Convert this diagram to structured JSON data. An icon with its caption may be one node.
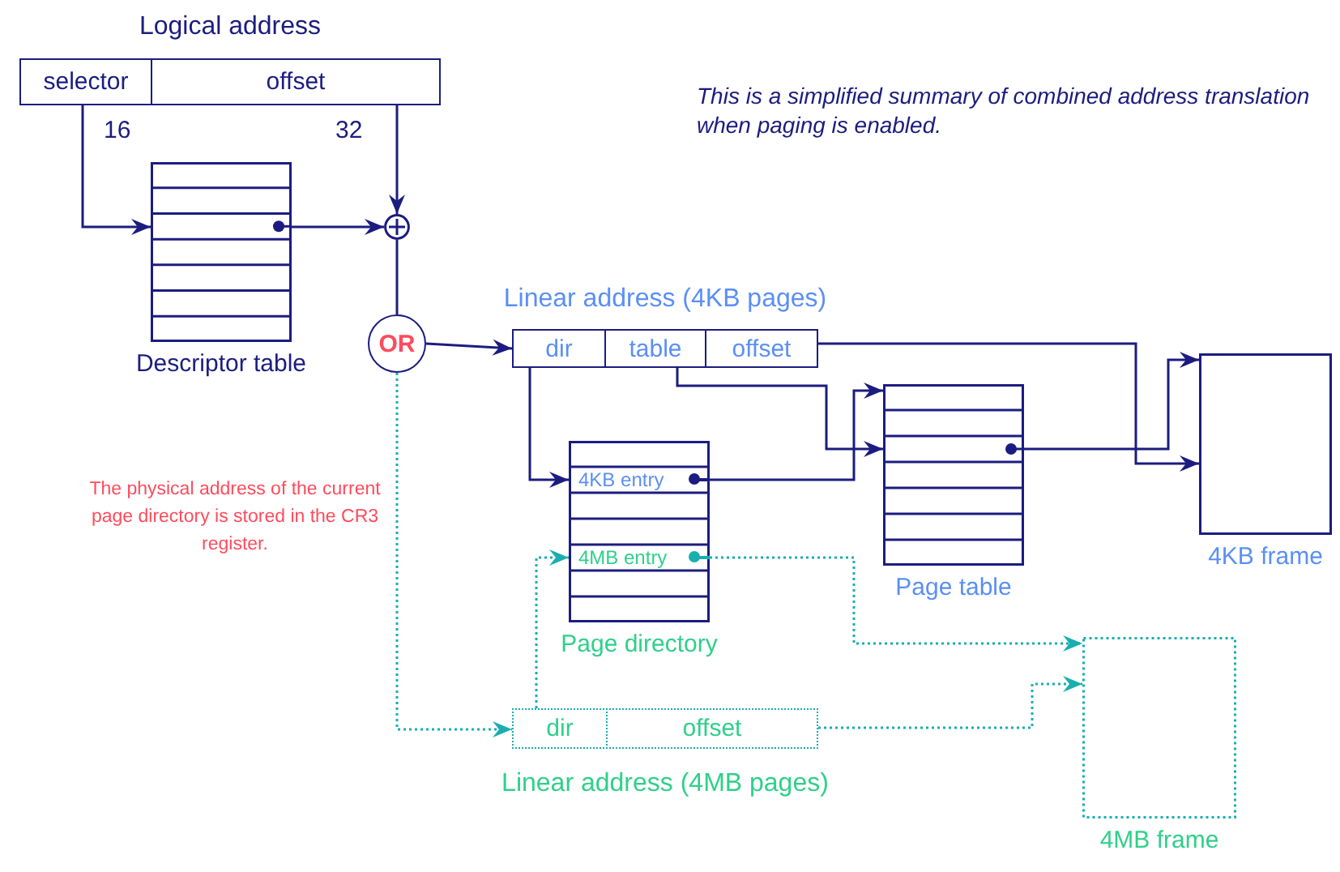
{
  "diagram": {
    "nodes": [
      {
        "text": [
          "Logical address"
        ]
      },
      {
        "text": [
          "selector"
        ],
        "in": 0
      },
      {
        "text": [
          "offset"
        ],
        "in": 0
      },
      {
        "text": [
          "Descriptor table"
        ]
      },
      {
        "text": [],
        "shape": "circle"
      },
      {
        "text": [
          "OR"
        ]
      },
      {
        "text": [
          "Linear address (4KB pages)"
        ]
      },
      {
        "text": [
          "dir"
        ],
        "in": 6
      },
      {
        "text": [
          "table"
        ],
        "in": 6
      },
      {
        "text": [
          "offset"
        ],
        "in": 6
      },
      {
        "text": [
          "Page directory"
        ]
      },
      {
        "text": [
          "4KB entry"
        ],
        "in": 10
      },
      {
        "text": [
          "4MB entry"
        ],
        "in": 10
      },
      {
        "text": [
          "Page table"
        ]
      },
      {
        "text": [
          "4KB frame"
        ]
      },
      {
        "text": [
          "Linear address (4MB pages)"
        ]
      },
      {
        "text": [
          "dir"
        ],
        "in": 15
      },
      {
        "text": [
          "offset"
        ],
        "in": 15
      },
      {
        "text": [
          "4MB frame"
        ]
      }
    ],
    "edges": [
      {
        "from": 1,
        "to": 3,
        "arrow": "to",
        "label": "16"
      },
      {
        "from": 3,
        "to": 4,
        "arrow": "to"
      },
      {
        "from": 2,
        "to": 4,
        "arrow": "to",
        "label": "32"
      },
      {
        "from": 4,
        "to": 5,
        "arrow": "none"
      },
      {
        "from": 5,
        "to": 7,
        "arrow": "to"
      },
      {
        "from": 5,
        "to": 16,
        "arrow": "to",
        "style": "dashed",
        "color": "#1aaeb0"
      },
      {
        "from": 7,
        "to": 11,
        "arrow": "to"
      },
      {
        "from": 8,
        "to": 13,
        "arrow": "to"
      },
      {
        "from": 9,
        "to": 14,
        "arrow": "to"
      },
      {
        "from": 11,
        "to": 13,
        "arrow": "to"
      },
      {
        "from": 13,
        "to": 14,
        "arrow": "to"
      },
      {
        "from": 16,
        "to": 12,
        "arrow": "to",
        "style": "dashed",
        "color": "#1aaeb0"
      },
      {
        "from": 12,
        "to": 18,
        "arrow": "to",
        "style": "dashed",
        "color": "#1aaeb0"
      },
      {
        "from": 17,
        "to": 18,
        "arrow": "to",
        "style": "dashed",
        "color": "#1aaeb0"
      }
    ],
    "labels": [
      "This is a simplified summary of combined address translation when paging is enabled.",
      "The physical address of the current page directory is stored in the CR3 register."
    ]
  }
}
